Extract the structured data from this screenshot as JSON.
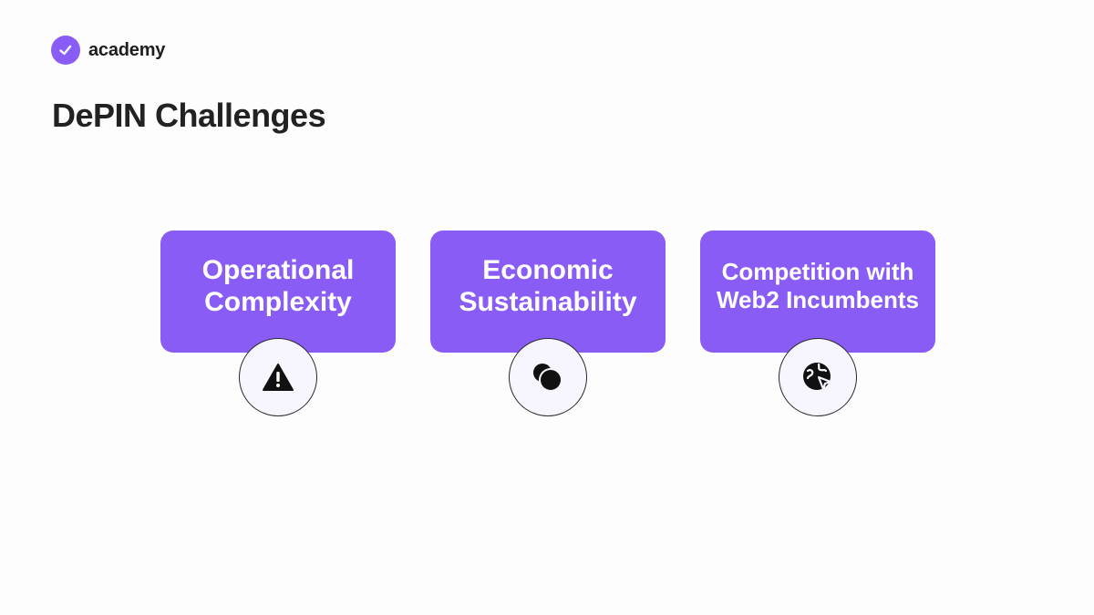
{
  "brand": {
    "name": "academy",
    "color": "#8a5cf6"
  },
  "title": "DePIN Challenges",
  "cards": [
    {
      "label": "Operational\nComplexity",
      "icon": "warning-icon"
    },
    {
      "label": "Economic\nSustainability",
      "icon": "coins-icon"
    },
    {
      "label": "Competition with\nWeb2 Incumbents",
      "icon": "globe-cursor-icon"
    }
  ]
}
